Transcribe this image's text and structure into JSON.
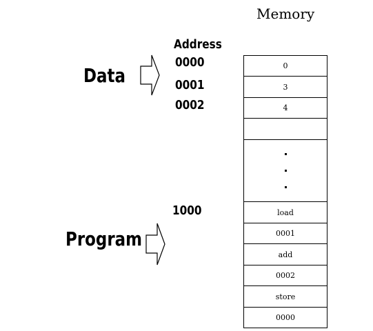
{
  "title": "Memory",
  "address_header": "Address",
  "data_label": "Data",
  "program_label": "Program",
  "addresses": {
    "a0000": "0000",
    "a0001": "0001",
    "a0002": "0002",
    "a1000": "1000"
  },
  "memory": {
    "data_cells": [
      "0",
      "3",
      "4",
      ""
    ],
    "ellipsis": "...",
    "program_cells": [
      "load",
      "0001",
      "add",
      "0002",
      "store",
      "0000"
    ]
  }
}
